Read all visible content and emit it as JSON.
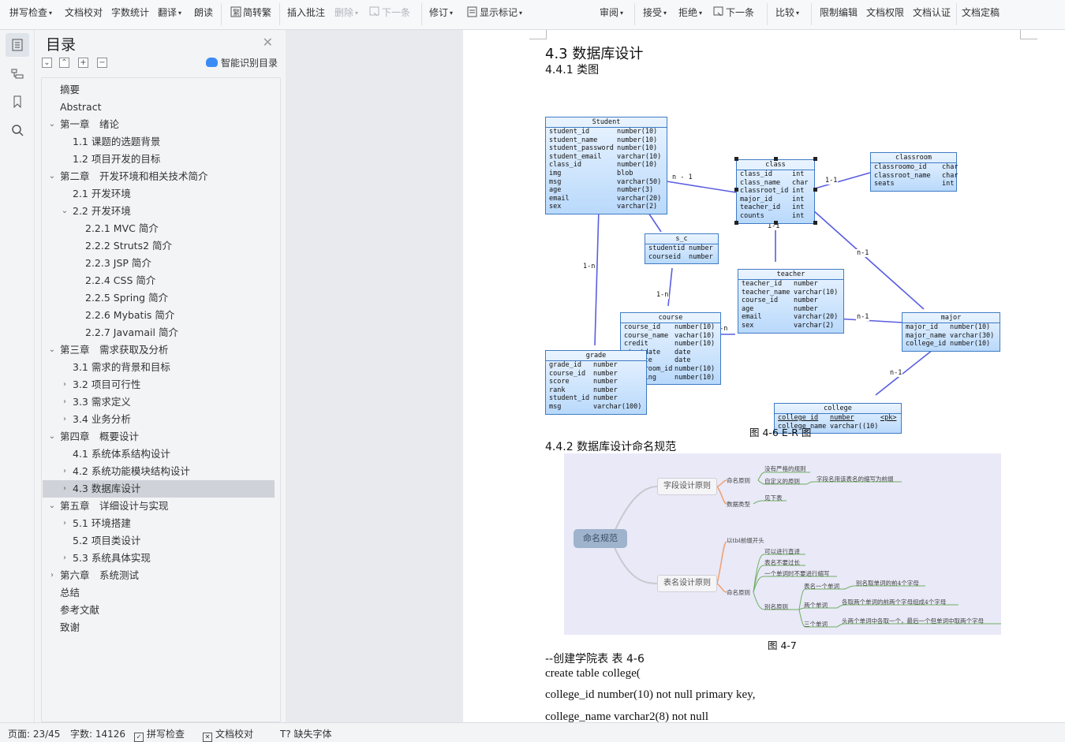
{
  "ribbon": {
    "items": [
      {
        "label": "拼写检查",
        "dd": true
      },
      {
        "label": "文档校对"
      },
      {
        "label": "字数统计"
      },
      {
        "label": "翻译",
        "dd": true
      },
      {
        "label": "朗读"
      },
      {
        "label": "简转繁"
      },
      {
        "label": "插入批注"
      },
      {
        "label": "删除",
        "dd": true,
        "disabled": true
      },
      {
        "label": "下一条",
        "disabled": true
      },
      {
        "label": "修订",
        "dd": true
      },
      {
        "label": "显示标记",
        "dd": true
      },
      {
        "label": "审阅",
        "dd": true
      },
      {
        "label": "接受",
        "dd": true
      },
      {
        "label": "拒绝",
        "dd": true
      },
      {
        "label": "下一条"
      },
      {
        "label": "比较",
        "dd": true
      },
      {
        "label": "限制编辑"
      },
      {
        "label": "文档权限"
      },
      {
        "label": "文档认证"
      },
      {
        "label": "文档定稿"
      }
    ]
  },
  "toc": {
    "title": "目录",
    "smart_label": "智能识别目录",
    "items": [
      {
        "label": "摘要",
        "level": 0,
        "arrow": ""
      },
      {
        "label": "Abstract",
        "level": 0,
        "arrow": ""
      },
      {
        "label": "第一章　绪论",
        "level": 0,
        "arrow": "v"
      },
      {
        "label": "1.1  课题的选题背景",
        "level": 1,
        "arrow": ""
      },
      {
        "label": "1.2  项目开发的目标",
        "level": 1,
        "arrow": ""
      },
      {
        "label": "第二章　开发环境和相关技术简介",
        "level": 0,
        "arrow": "v"
      },
      {
        "label": "2.1  开发环境",
        "level": 1,
        "arrow": ""
      },
      {
        "label": "2.2  开发环境",
        "level": 1,
        "arrow": "v"
      },
      {
        "label": "2.2.1 MVC 简介",
        "level": 2,
        "arrow": ""
      },
      {
        "label": "2.2.2 Struts2 简介",
        "level": 2,
        "arrow": ""
      },
      {
        "label": "2.2.3 JSP 简介",
        "level": 2,
        "arrow": ""
      },
      {
        "label": "2.2.4 CSS 简介",
        "level": 2,
        "arrow": ""
      },
      {
        "label": "2.2.5 Spring 简介",
        "level": 2,
        "arrow": ""
      },
      {
        "label": "2.2.6 Mybatis 简介",
        "level": 2,
        "arrow": ""
      },
      {
        "label": "2.2.7 Javamail 简介",
        "level": 2,
        "arrow": ""
      },
      {
        "label": "第三章　需求获取及分析",
        "level": 0,
        "arrow": "v"
      },
      {
        "label": "3.1  需求的背景和目标",
        "level": 1,
        "arrow": ""
      },
      {
        "label": "3.2  项目可行性",
        "level": 1,
        "arrow": ">"
      },
      {
        "label": "3.3  需求定义",
        "level": 1,
        "arrow": ">"
      },
      {
        "label": "3.4  业务分析",
        "level": 1,
        "arrow": ">"
      },
      {
        "label": "第四章　概要设计",
        "level": 0,
        "arrow": "v"
      },
      {
        "label": "4.1  系统体系结构设计",
        "level": 1,
        "arrow": ""
      },
      {
        "label": "4.2  系统功能模块结构设计",
        "level": 1,
        "arrow": ">"
      },
      {
        "label": "4.3  数据库设计",
        "level": 1,
        "arrow": ">",
        "selected": true
      },
      {
        "label": "第五章　详细设计与实现",
        "level": 0,
        "arrow": "v"
      },
      {
        "label": "5.1  环境搭建",
        "level": 1,
        "arrow": ">"
      },
      {
        "label": "5.2  项目类设计",
        "level": 1,
        "arrow": ""
      },
      {
        "label": "5.3  系统具体实现",
        "level": 1,
        "arrow": ">"
      },
      {
        "label": "第六章　系统测试",
        "level": 0,
        "arrow": ">"
      },
      {
        "label": "总结",
        "level": 0,
        "arrow": ""
      },
      {
        "label": "参考文献",
        "level": 0,
        "arrow": ""
      },
      {
        "label": "致谢",
        "level": 0,
        "arrow": ""
      }
    ]
  },
  "doc": {
    "heading": "4.3  数据库设计",
    "sub1": "4.4.1  类图",
    "fig1_caption": "图 4-6  E-R 图",
    "sub2": "4.4.2  数据库设计命名规范",
    "fig2_caption": "图 4-7",
    "comment_line": "--创建学院表  表 4-6",
    "code_lines": [
      "create table college(",
      "college_id number(10) not null primary key,",
      "college_name varchar2(8) not null"
    ]
  },
  "er": {
    "entities": [
      {
        "name": "Student",
        "rows": [
          [
            "student_id",
            "number(10)"
          ],
          [
            "student_name",
            "number(10)"
          ],
          [
            "student_password",
            "number(10)"
          ],
          [
            "student_email",
            "varchar(10)"
          ],
          [
            "class_id",
            "number(10)"
          ],
          [
            "img",
            "blob"
          ],
          [
            "msg",
            "varchar(50)"
          ],
          [
            "age",
            "number(3)"
          ],
          [
            "email",
            "varchar(20)"
          ],
          [
            "sex",
            "varchar(2)"
          ]
        ]
      },
      {
        "name": "class",
        "rows": [
          [
            "class_id",
            "int"
          ],
          [
            "class_name",
            "char"
          ],
          [
            "classroot_id",
            "int"
          ],
          [
            "major_id",
            "int"
          ],
          [
            "teacher_id",
            "int"
          ],
          [
            "counts",
            "int"
          ]
        ]
      },
      {
        "name": "classroom",
        "rows": [
          [
            "classroomo_id",
            "char"
          ],
          [
            "classroot_name",
            "char"
          ],
          [
            "seats",
            "int"
          ]
        ]
      },
      {
        "name": "s_c",
        "rows": [
          [
            "studentid",
            "number"
          ],
          [
            "courseid",
            "number"
          ]
        ]
      },
      {
        "name": "teacher",
        "rows": [
          [
            "teacher_id",
            "number"
          ],
          [
            "teacher_name",
            "varchar(10)"
          ],
          [
            "course_id",
            "number"
          ],
          [
            "age",
            "number"
          ],
          [
            "email",
            "varchar(20)"
          ],
          [
            "sex",
            "varchar(2)"
          ]
        ]
      },
      {
        "name": "course",
        "rows": [
          [
            "course_id",
            "number(10)"
          ],
          [
            "course_name",
            "vachar(10)"
          ],
          [
            "credit",
            "number(10)"
          ],
          [
            "startdate",
            "date"
          ],
          [
            "enddate",
            "date"
          ],
          [
            "classroom_id",
            "number(10)"
          ],
          [
            "classing",
            "number(10)"
          ]
        ]
      },
      {
        "name": "grade",
        "rows": [
          [
            "grade_id",
            "number"
          ],
          [
            "course_id",
            "number"
          ],
          [
            "score",
            "number"
          ],
          [
            "rank",
            "number"
          ],
          [
            "student_id",
            "number"
          ],
          [
            "msg",
            "varchar(100)"
          ]
        ]
      },
      {
        "name": "major",
        "rows": [
          [
            "major_id",
            "number(10)"
          ],
          [
            "major_name",
            "varchar(30)"
          ],
          [
            "college_id",
            "number(10)"
          ]
        ]
      },
      {
        "name": "college",
        "rows": [
          [
            "college_id",
            "number"
          ],
          [
            "college_name",
            "varchar((10)"
          ]
        ],
        "pk": "<pk>"
      }
    ],
    "relations": [
      "n - 1",
      "1-1",
      "1-1",
      "n-1",
      "1-n",
      "1-n",
      "1-n",
      "n-1",
      "n-1"
    ]
  },
  "mindmap": {
    "root": "命名规范",
    "field_rule": "字段设计原则",
    "table_rule": "表名设计原则",
    "naming_principle": "命名原则",
    "data_type": "数据类型",
    "no_strict": "没有严格的规则",
    "custom": "自定义的原则",
    "custom_note": "字段名用该表名的缩写为前缀",
    "see_below": "见下表",
    "tbl_prefix": "以tbl前缀开头",
    "naming_principle2": "命名原则",
    "t1": "可以进行直译",
    "t2": "表名不要过长",
    "t3": "一个单词时不要进行缩写",
    "alias": "别名原则",
    "a1": "表名一个单词",
    "a1n": "别名取单词的前4个字母",
    "a2": "两个单词",
    "a2n": "各取两个单词的前两个字母组成4个字母",
    "a3": "三个单词",
    "a3n": "头两个单词中各取一个，最后一个但单词中取两个字母"
  },
  "status": {
    "page": "页面: 23/45",
    "words": "字数: 14126",
    "spell": "拼写检查",
    "proof": "文档校对",
    "font": "缺失字体"
  }
}
